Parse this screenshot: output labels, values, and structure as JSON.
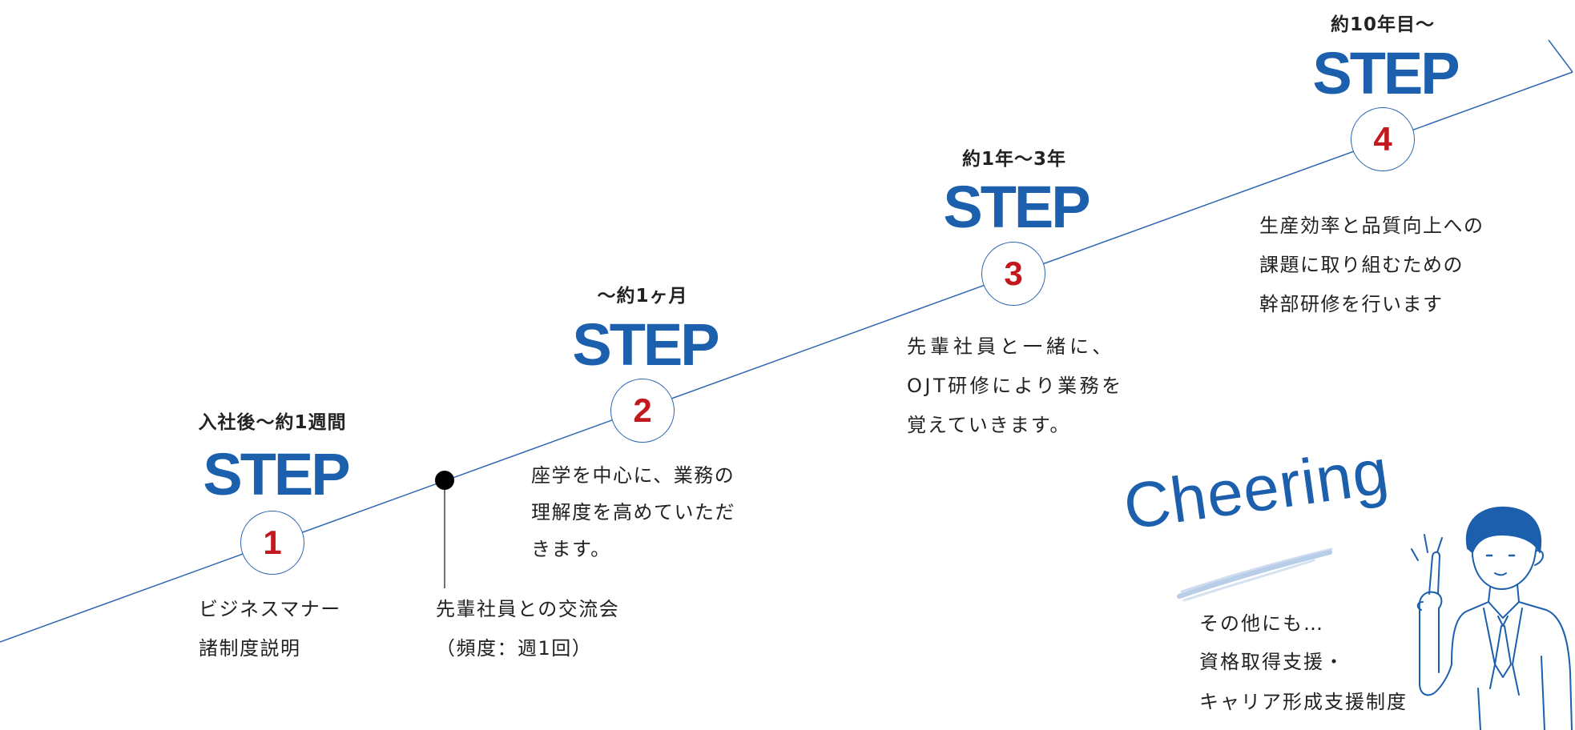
{
  "steps": [
    {
      "period": "入社後～約1週間",
      "word": "STEP",
      "number": "1",
      "desc": [
        "ビジネスマナー",
        "諸制度説明"
      ]
    },
    {
      "period": "～約1ヶ月",
      "word": "STEP",
      "number": "2",
      "desc": [
        "座学を中心に、業務の",
        "理解度を高めていただ",
        "きます。"
      ]
    },
    {
      "period": "約1年～3年",
      "word": "STEP",
      "number": "3",
      "desc": [
        "先輩社員と一緒に、",
        "OJT研修により業務を",
        "覚えていきます。"
      ]
    },
    {
      "period": "約10年目～",
      "word": "STEP",
      "number": "4",
      "desc": [
        "生産効率と品質向上への",
        "課題に取り組むための",
        "幹部研修を行います"
      ]
    }
  ],
  "milestone": {
    "lines": [
      "先輩社員との交流会",
      "（頻度：週1回）"
    ]
  },
  "cheering": {
    "title": "Cheering",
    "lines": [
      "その他にも…",
      "資格取得支援・",
      "キャリア形成支援制度"
    ]
  },
  "colors": {
    "step_blue": "#1b5fad",
    "number_red": "#c4181f",
    "line_blue": "#2d66b0"
  },
  "icons": {
    "figure": "businessman-pointing-icon",
    "brush": "brush-stroke-icon",
    "arrow": "arrow-head-icon"
  }
}
